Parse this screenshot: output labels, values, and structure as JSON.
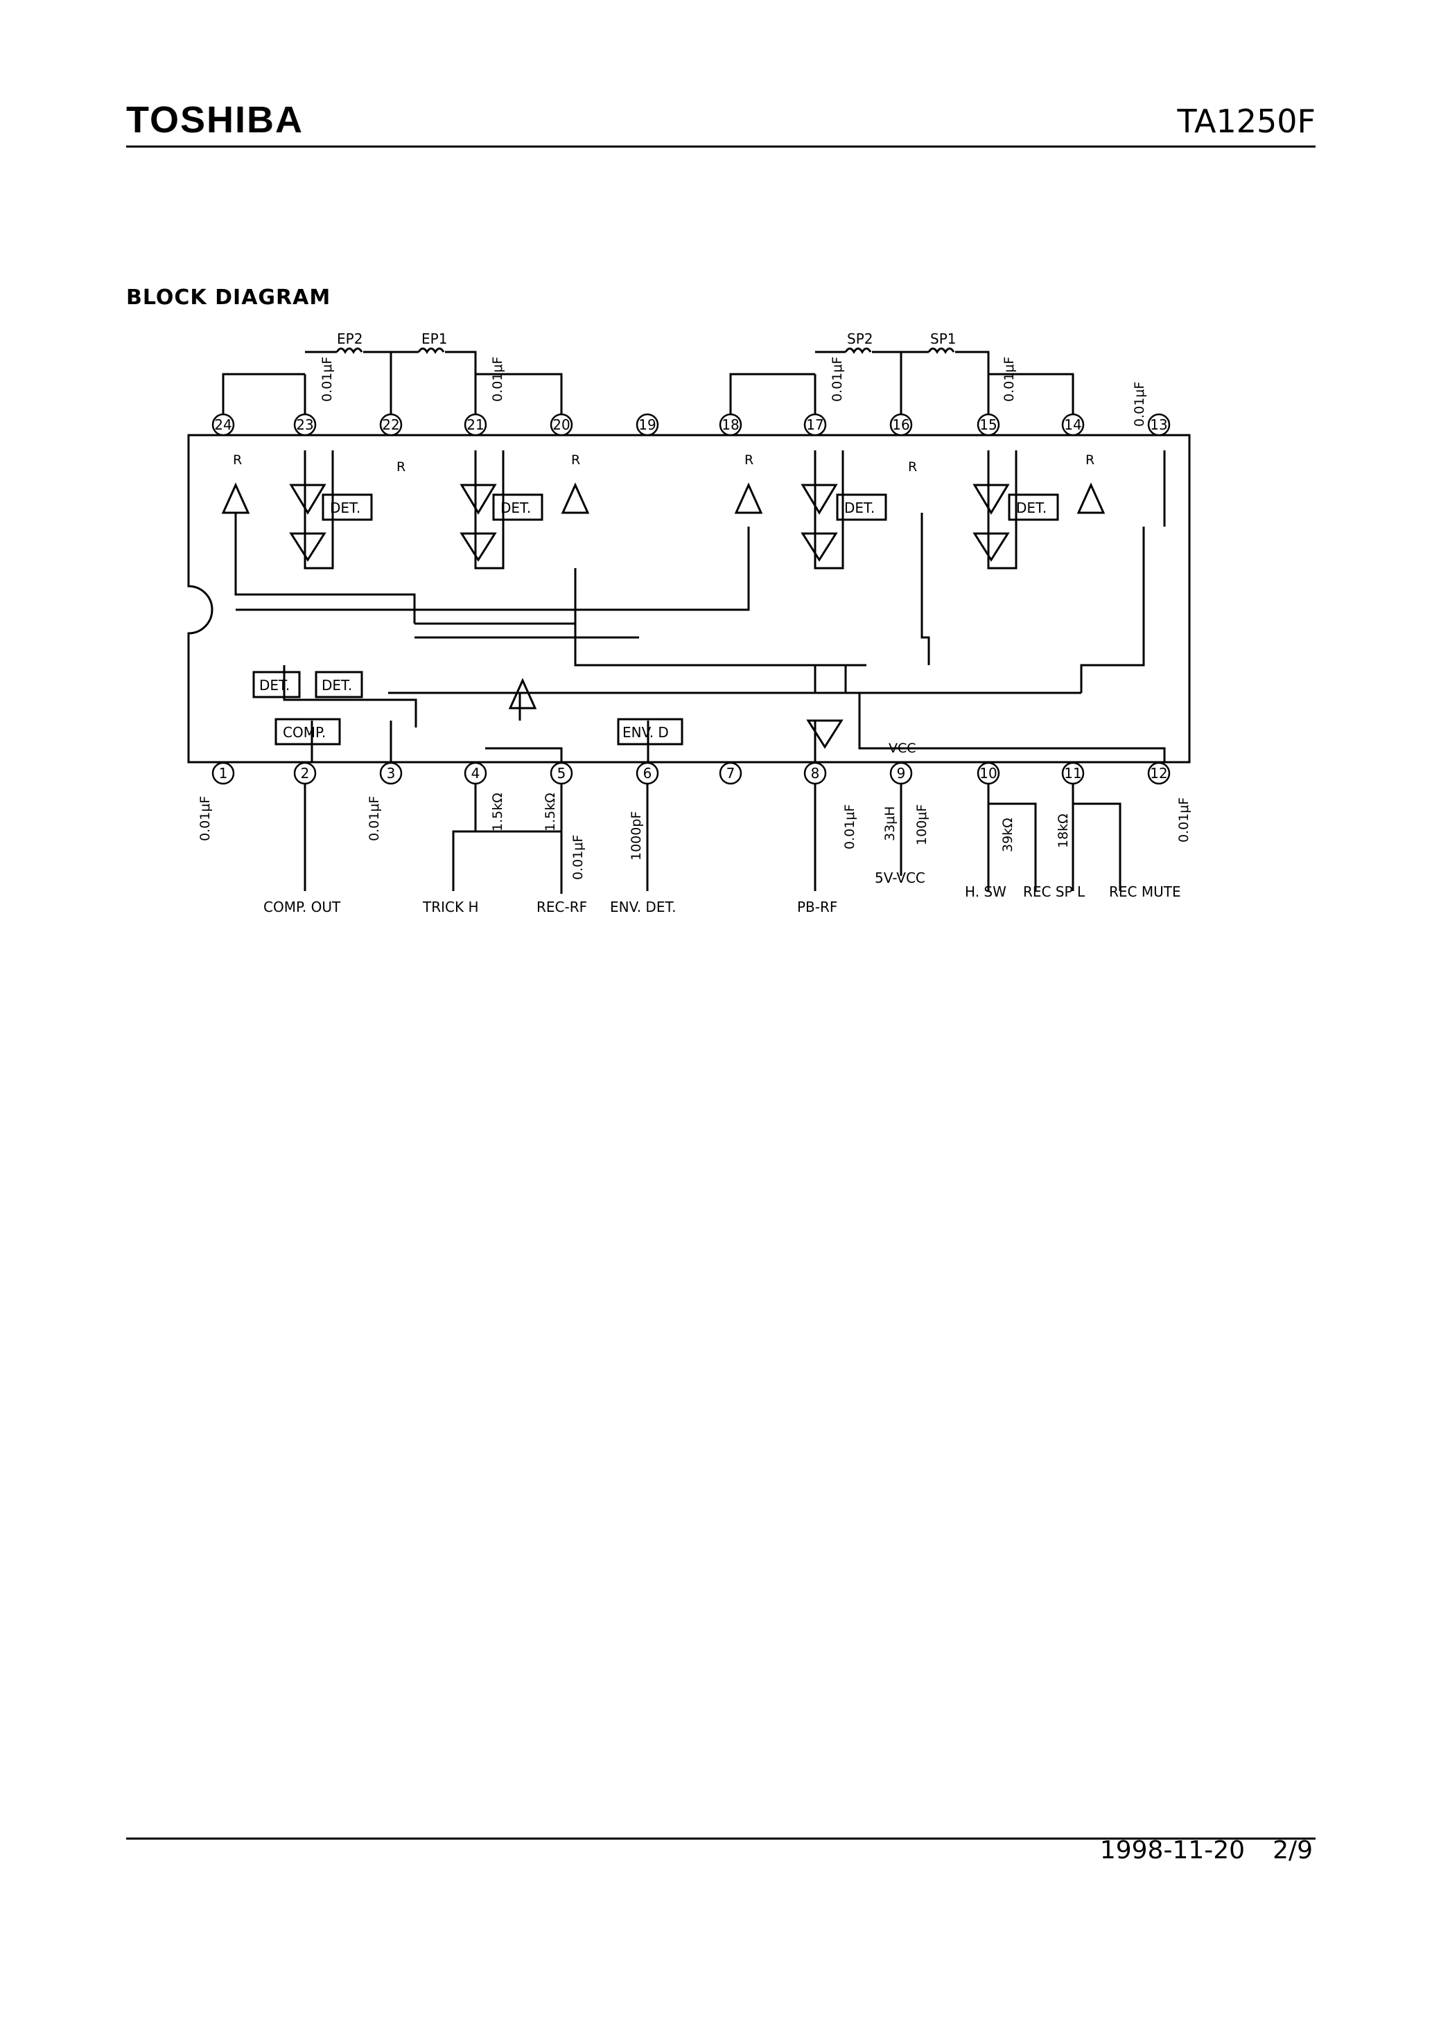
{
  "header": {
    "brand": "TOSHIBA",
    "part_number": "TA1250F"
  },
  "section_title": "BLOCK DIAGRAM",
  "footer": {
    "date": "1998-11-20",
    "page": "2/9"
  },
  "diagram": {
    "top_pins": [
      "24",
      "23",
      "22",
      "21",
      "20",
      "19",
      "18",
      "17",
      "16",
      "15",
      "14",
      "13"
    ],
    "bottom_pins": [
      "1",
      "2",
      "3",
      "4",
      "5",
      "6",
      "7",
      "8",
      "9",
      "10",
      "11",
      "12"
    ],
    "heads": [
      "EP2",
      "EP1",
      "SP2",
      "SP1"
    ],
    "blocks": [
      "DET.",
      "DET.",
      "DET.",
      "DET.",
      "DET.",
      "DET.",
      "COMP.",
      "ENV. D"
    ],
    "switch_label": "R",
    "components": {
      "cap_001": "0.01μF",
      "r_1_5k": "1.5kΩ",
      "cap_1000p": "1000pF",
      "ind_33u": "33μH",
      "cap_100u": "100μF",
      "r_39k": "39kΩ",
      "r_18k": "18kΩ"
    },
    "vcc": "VCC",
    "external_labels": [
      "COMP. OUT",
      "TRICK H",
      "REC-RF",
      "ENV. DET.",
      "PB-RF",
      "5V-VCC",
      "H. SW",
      "REC  SP L",
      "REC MUTE"
    ]
  }
}
